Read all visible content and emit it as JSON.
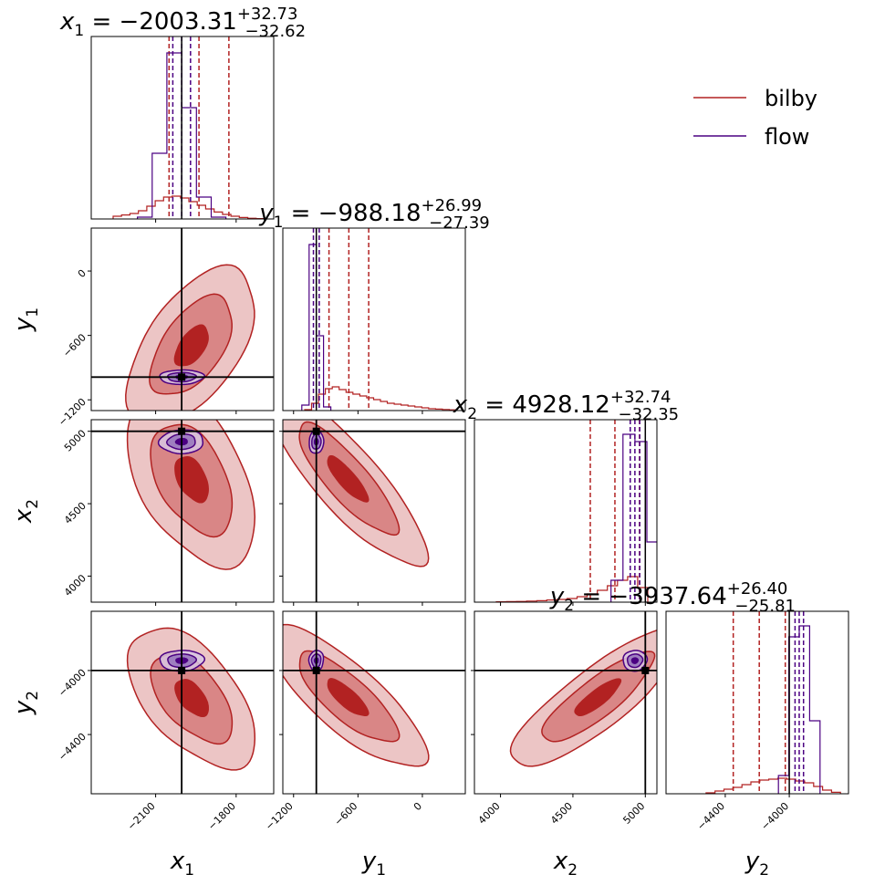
{
  "chart_data": {
    "type": "corner",
    "parameters": [
      {
        "symbol": "x",
        "sub": "1",
        "label_value": "−2003.31",
        "plus": "+32.73",
        "minus": "−32.62",
        "range": [
          -2340,
          -1660
        ],
        "ticks": [
          -2100,
          -1800
        ],
        "tick_labels": [
          "−2100",
          "−1800"
        ],
        "truth": -2003
      },
      {
        "symbol": "y",
        "sub": "1",
        "label_value": "−988.18",
        "plus": "+26.99",
        "minus": "−27.39",
        "range": [
          -1300,
          400
        ],
        "ticks": [
          -1200,
          -600,
          0
        ],
        "tick_labels": [
          "−1200",
          "−600",
          "0"
        ],
        "truth": -988
      },
      {
        "symbol": "x",
        "sub": "2",
        "label_value": "4928.12",
        "plus": "+32.74",
        "minus": "−32.35",
        "range": [
          3820,
          5080
        ],
        "ticks": [
          4000,
          4500,
          5000
        ],
        "tick_labels": [
          "4000",
          "4500",
          "5000"
        ],
        "truth": 5000
      },
      {
        "symbol": "y",
        "sub": "2",
        "label_value": "−3937.64",
        "plus": "+26.40",
        "minus": "−25.81",
        "range": [
          -4770,
          -3630
        ],
        "ticks": [
          -4400,
          -4000
        ],
        "tick_labels": [
          "−4400",
          "−4000"
        ],
        "truth": -4000
      }
    ],
    "series": [
      {
        "name": "bilby",
        "color": "#b22222",
        "fill_colors": [
          "#ecc5c5",
          "#d98686",
          "#b22222"
        ],
        "quantiles": [
          [
            -2050,
            -1827
          ],
          [
            -870,
            -500
          ],
          [
            4620,
            4960
          ],
          [
            -4350,
            -4025
          ]
        ],
        "hist": [
          [
            0.015,
            0.022,
            0.03,
            0.045,
            0.07,
            0.1,
            0.12,
            0.125,
            0.115,
            0.095,
            0.075,
            0.055,
            0.038,
            0.025,
            0.015,
            0.008,
            0.004,
            0.002
          ],
          [
            0.005,
            0.04,
            0.09,
            0.12,
            0.13,
            0.115,
            0.1,
            0.09,
            0.08,
            0.07,
            0.06,
            0.05,
            0.04,
            0.035,
            0.03,
            0.025,
            0.02,
            0.015,
            0.01,
            0.008,
            0.006,
            0.004
          ],
          [
            0.002,
            0.003,
            0.004,
            0.006,
            0.008,
            0.012,
            0.015,
            0.02,
            0.03,
            0.045,
            0.065,
            0.09,
            0.12,
            0.14,
            0.08
          ],
          [
            0.005,
            0.015,
            0.025,
            0.035,
            0.05,
            0.065,
            0.075,
            0.08,
            0.085,
            0.08,
            0.07,
            0.06,
            0.04,
            0.02,
            0.008
          ]
        ]
      },
      {
        "name": "flow",
        "color": "#4b0082",
        "fill_colors": [
          "#d7c7e3",
          "#9f7fc0",
          "#4b0082"
        ],
        "quantiles": [
          [
            -2036,
            -1970
          ],
          [
            -1015,
            -961
          ],
          [
            4896,
            4961
          ],
          [
            -3964,
            -3911
          ]
        ],
        "hist": [
          [
            0.01,
            0.36,
            0.91,
            0.61,
            0.12,
            0.01
          ],
          [
            0.03,
            0.91,
            0.41,
            0.02
          ],
          [
            0.12,
            0.92,
            0.88,
            0.33
          ],
          [
            0.1,
            0.86,
            0.92,
            0.4
          ]
        ]
      }
    ],
    "legend": {
      "position": "top-right"
    },
    "grid": false
  }
}
